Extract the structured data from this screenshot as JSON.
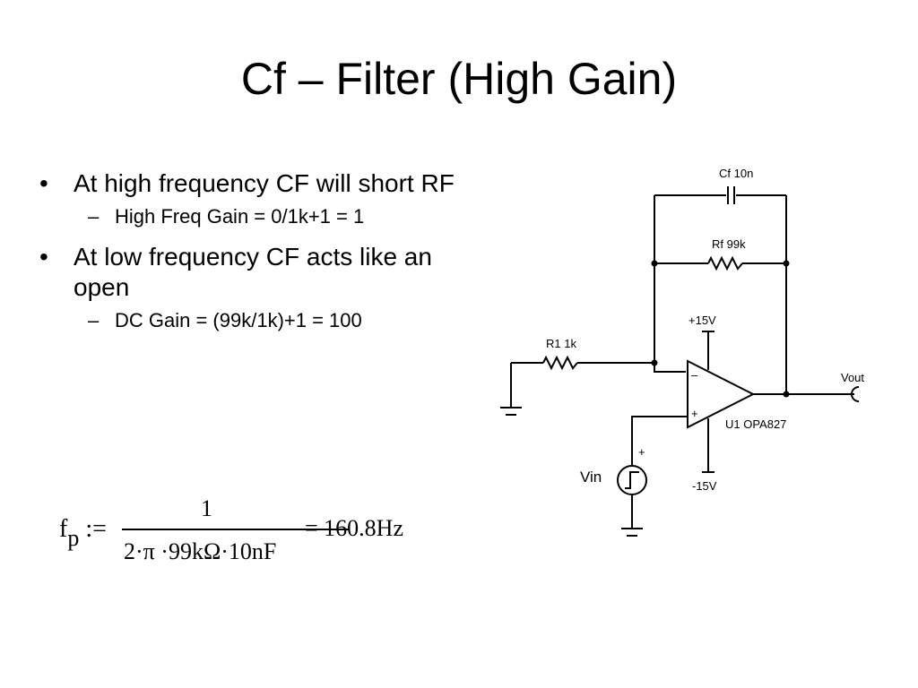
{
  "slide": {
    "title": "Cf – Filter (High Gain)"
  },
  "bullets": [
    {
      "text": "At high frequency CF will short RF",
      "sub": "High Freq Gain = 0/1k+1 = 1"
    },
    {
      "text": "At low frequency CF acts like an open",
      "sub": "DC Gain = (99k/1k)+1 = 100"
    }
  ],
  "formula": {
    "lhs": "f",
    "lhs_sub": "p",
    "assign": ":=",
    "numerator": "1",
    "denominator": "2·π ·99kΩ·10nF",
    "result": "= 160.8Hz"
  },
  "schematic": {
    "cf_label": "Cf 10n",
    "rf_label": "Rf 99k",
    "r1_label": "R1 1k",
    "vpos_label": "+15V",
    "vneg_label": "-15V",
    "opamp_label": "U1 OPA827",
    "vout_label": "Vout",
    "vin_label": "Vin",
    "minus_sign": "–",
    "plus_sign": "+",
    "src_plus": "+"
  }
}
